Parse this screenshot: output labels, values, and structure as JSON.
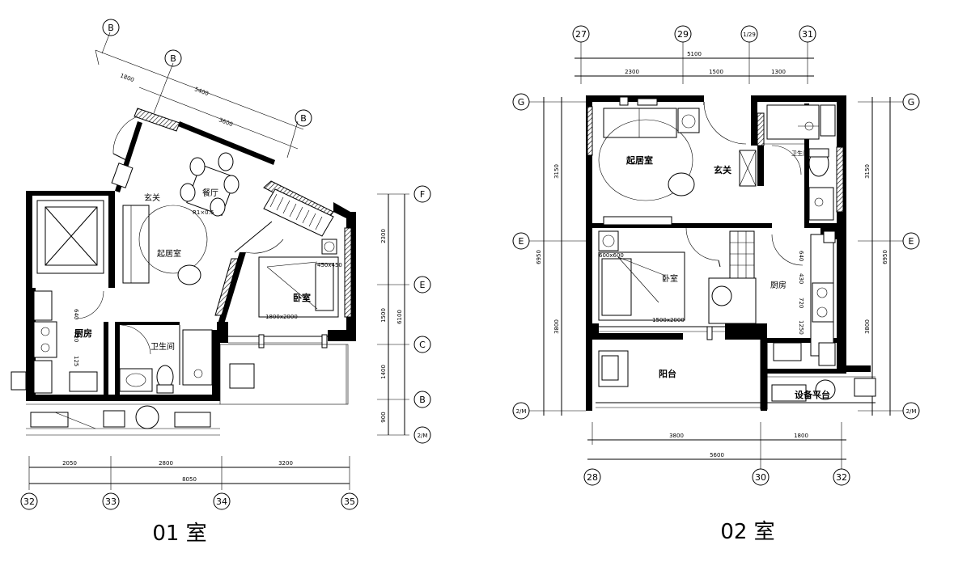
{
  "plan01": {
    "title": "01 室",
    "rooms": {
      "entry": "玄关",
      "dining": "餐厅",
      "living": "起居室",
      "bedroom": "卧室",
      "kitchen": "厨房",
      "bath": "卫生间"
    },
    "bed_size": "1800x2000",
    "wardrobe_size": "450x450",
    "top_dims": [
      "1800",
      "5400",
      "3600"
    ],
    "bottom_dims": [
      "2050",
      "2800",
      "3200"
    ],
    "bottom_total": "8050",
    "right_dims": [
      "2300",
      "1500",
      "1400",
      "900"
    ],
    "right_total": "6100",
    "kitchen_dims": [
      "640",
      "720",
      "125"
    ],
    "axes_bottom": [
      "32",
      "33",
      "34",
      "35"
    ],
    "axes_right": [
      "F",
      "E",
      "C",
      "B",
      "2/M"
    ],
    "axes_top": [
      "B",
      "B",
      "B"
    ]
  },
  "plan02": {
    "title": "02 室",
    "rooms": {
      "living": "起居室",
      "entry": "玄关",
      "bath": "卫生间",
      "bedroom": "卧室",
      "kitchen": "厨房",
      "balcony": "阳台",
      "equipment": "设备平台"
    },
    "bed_size": "1500x2000",
    "wardrobe_size": "600x600",
    "top_dims": [
      "2300",
      "1500",
      "1300"
    ],
    "top_total": "5100",
    "bottom_dims": [
      "3800",
      "1800"
    ],
    "bottom_total": "5600",
    "left_dims": [
      "3150",
      "3800"
    ],
    "left_total": "6950",
    "right_dims": [
      "3150",
      "3800"
    ],
    "right_total": "6950",
    "kitchen_dims": [
      "640",
      "430",
      "720",
      "1250"
    ],
    "axes_top": [
      "27",
      "29",
      "1/29",
      "31"
    ],
    "axes_bottom": [
      "28",
      "30",
      "32"
    ],
    "axes_left": [
      "G",
      "E",
      "2/M"
    ],
    "axes_right": [
      "G",
      "E",
      "2/M"
    ]
  }
}
